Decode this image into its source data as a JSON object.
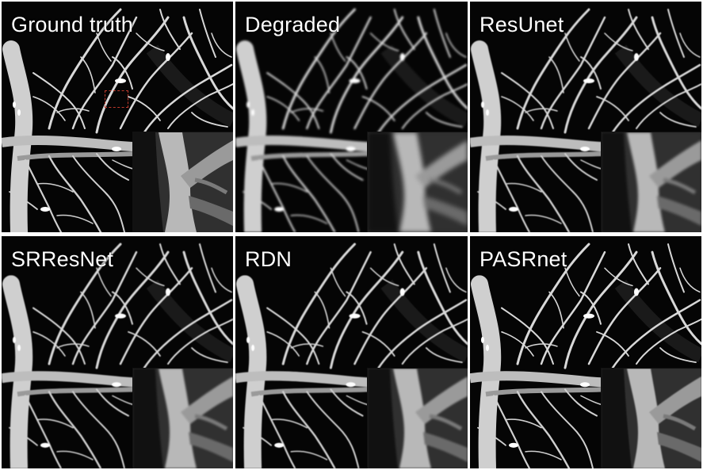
{
  "figure": {
    "panels": [
      {
        "id": "ground-truth",
        "label": "Ground truth"
      },
      {
        "id": "degraded",
        "label": "Degraded"
      },
      {
        "id": "resunet",
        "label": "ResUnet"
      },
      {
        "id": "srresnet",
        "label": "SRResNet"
      },
      {
        "id": "rdn",
        "label": "RDN"
      },
      {
        "id": "pasrnet",
        "label": "PASRnet"
      }
    ],
    "roi_color": "#c0392b"
  }
}
